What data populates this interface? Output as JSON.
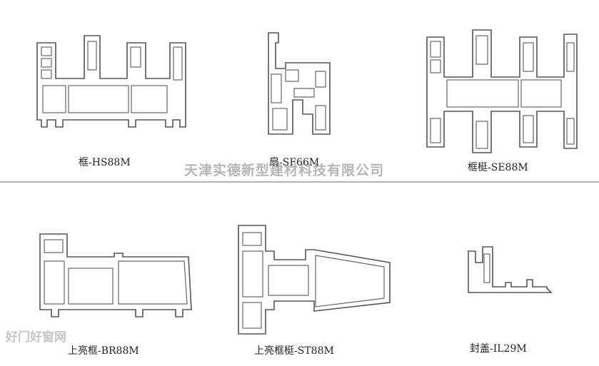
{
  "profiles": [
    {
      "id": "frame-hs88m",
      "label": "框-HS88M"
    },
    {
      "id": "sash-sf66m",
      "label": "扇-SF66M"
    },
    {
      "id": "mullion-se88m",
      "label": "框梃-SE88M"
    },
    {
      "id": "transom-frame-br88m",
      "label": "上亮框-BR88M"
    },
    {
      "id": "transom-mullion-st88m",
      "label": "上亮框梃-ST88M"
    },
    {
      "id": "cover-il29m",
      "label": "封盖-IL29M"
    }
  ],
  "watermark": "天津实德新型建材科技有限公司",
  "site_mark": "好门好窗网",
  "colors": {
    "line": "#555555",
    "divider": "#999999",
    "background": "#ffffff"
  }
}
